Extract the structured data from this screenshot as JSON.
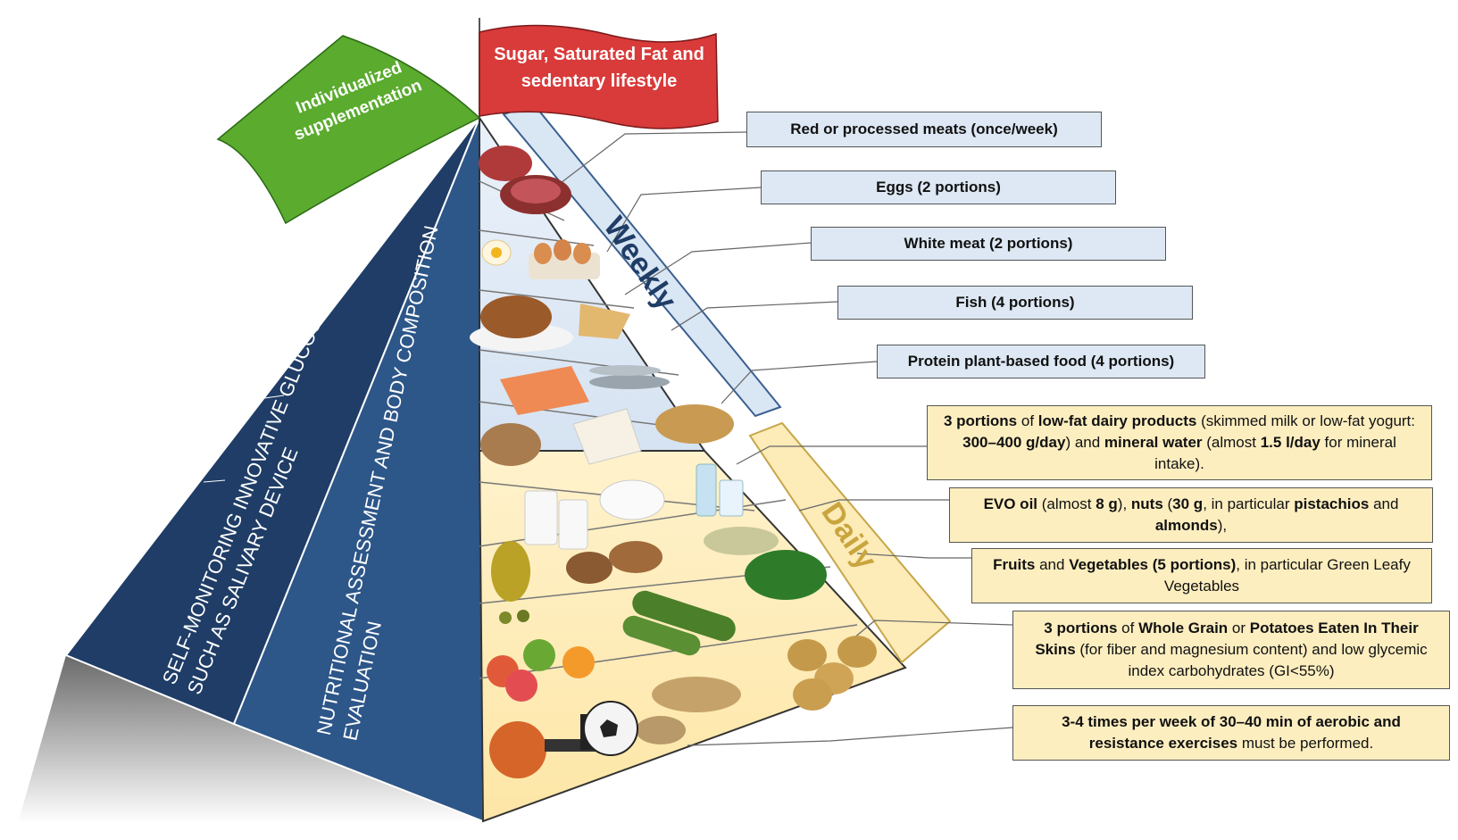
{
  "flags": {
    "sugar": {
      "line1": "Sugar, Saturated Fat and",
      "line2": "sedentary lifestyle",
      "color": "#d93a3a"
    },
    "supplement": {
      "line1": "Individualized",
      "line2": "supplementation",
      "color": "#5aab2e"
    }
  },
  "sides": {
    "outer": {
      "line1": "Self-monitoring innovative glucose devices,",
      "line2": "such as salivary device"
    },
    "inner": {
      "line1": "Nutritional assessment and body composition",
      "line2": "evaluation"
    }
  },
  "bands": {
    "weekly": "Weekly",
    "daily": "Daily"
  },
  "weekly_boxes": [
    {
      "text": "Red or processed meats (once/week)"
    },
    {
      "text": "Eggs (2 portions)"
    },
    {
      "text": "White meat (2 portions)"
    },
    {
      "text": "Fish (4 portions)"
    },
    {
      "text": "Protein plant-based food (4 portions)"
    }
  ],
  "daily_boxes": {
    "dairy": {
      "b1": "3 portions",
      "t1": " of ",
      "b2": "low-fat dairy products",
      "t2": " (skimmed milk or low-fat yogurt: ",
      "b3": "300–400 g/day",
      "t3": ") and ",
      "b4": "mineral water",
      "t4": " (almost ",
      "b5": "1.5 l/day",
      "t5": " for mineral intake)."
    },
    "evo": {
      "b1": "EVO oil",
      "t1": " (almost ",
      "b2": "8 g",
      "t2": "), ",
      "b3": "nuts",
      "t3": " (",
      "b4": "30 g",
      "t4": ", in particular ",
      "b5": "pistachios",
      "t5": " and ",
      "b6": "almonds",
      "t6": "),"
    },
    "fruits": {
      "b1": "Fruits",
      "t1": " and ",
      "b2": "Vegetables",
      "t2": " ",
      "b3": "(5 portions)",
      "t3": ", in particular Green Leafy Vegetables"
    },
    "grain": {
      "b1": "3 portions",
      "t1": " of ",
      "b2": "Whole Grain",
      "t2": " or ",
      "b3": "Potatoes Eaten In Their Skins",
      "t3": " (for fiber and magnesium content) and low glycemic index carbohydrates (GI<55%)"
    },
    "exercise": {
      "b1": "3-4 times per week of 30–40 min of aerobic and resistance exercises",
      "t1": " must be performed."
    }
  },
  "colors": {
    "pyramid_dark": "#1f3d66",
    "pyramid_mid": "#2c5486",
    "weekly_fill": "#d9e6f4",
    "weekly_border": "#3b5f8f",
    "daily_fill": "#fdebb8",
    "daily_border": "#c6a64a",
    "weekly_label": "#1f3d66",
    "daily_label": "#c9a53e"
  }
}
